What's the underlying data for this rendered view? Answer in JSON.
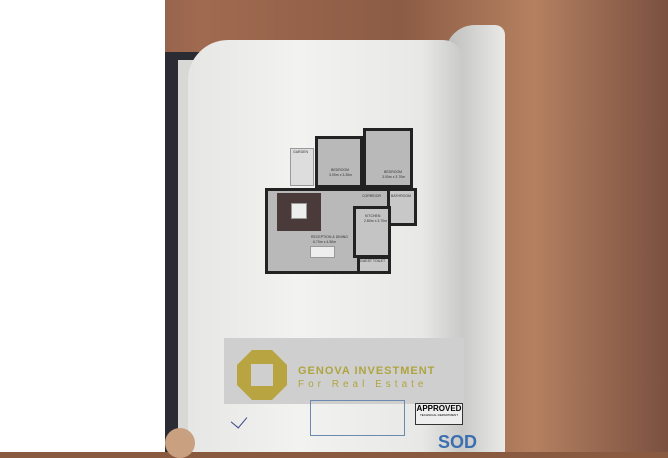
{
  "floor_plan": {
    "rooms": [
      {
        "name": "GARDEN"
      },
      {
        "name": "BEDROOM",
        "size": "3.00m x 3.30m"
      },
      {
        "name": "BEDROOM",
        "size": "3.00m x 3.70m"
      },
      {
        "name": "CORRIDOR"
      },
      {
        "name": "BATHROOM"
      },
      {
        "name": "KITCHEN",
        "size": "2.80m x 3.70m"
      },
      {
        "name": "RECEPTION & DINING",
        "size": "6.70m x 4.50m"
      },
      {
        "name": "GUEST TOILET"
      }
    ]
  },
  "watermark": {
    "line1": "GENOVA INVESTMENT",
    "line2": "For Real Estate"
  },
  "approved_stamp": {
    "title": "APPROVED",
    "subtitle": "TECHNICAL DEPARTMENT"
  },
  "brand_partial": "SOD",
  "colors": {
    "watermark": "#b0a440",
    "stamp": "#6a8ab0",
    "wood": "#8a5a40"
  }
}
